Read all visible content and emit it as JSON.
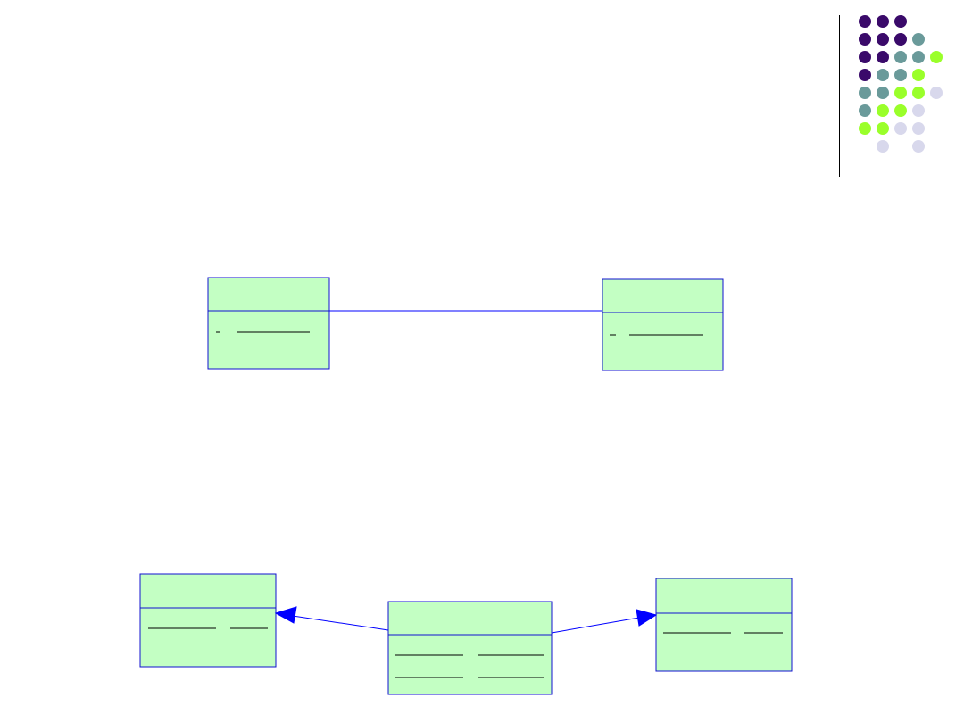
{
  "colors": {
    "class_fill": "#c3ffc3",
    "class_stroke": "#1010d0",
    "connector": "#0000ff",
    "underline": "#000000",
    "dot_purple": "#3a0a6a",
    "dot_teal": "#6a9a9a",
    "dot_green": "#9aff2a",
    "dot_lavender": "#d8d8ec"
  },
  "decoration": {
    "dot_grid": [
      [
        "purple",
        "purple",
        "purple",
        "",
        "",
        ""
      ],
      [
        "purple",
        "purple",
        "purple",
        "teal",
        "",
        ""
      ],
      [
        "purple",
        "purple",
        "teal",
        "teal",
        "green",
        ""
      ],
      [
        "purple",
        "teal",
        "teal",
        "green",
        "",
        ""
      ],
      [
        "teal",
        "teal",
        "green",
        "green",
        "lavender",
        ""
      ],
      [
        "teal",
        "green",
        "green",
        "lavender",
        "",
        ""
      ],
      [
        "green",
        "green",
        "lavender",
        "lavender",
        "",
        ""
      ],
      [
        "",
        "lavender",
        "",
        "lavender",
        "",
        ""
      ]
    ]
  },
  "diagram": {
    "classes": [
      {
        "id": "class-a"
      },
      {
        "id": "class-b"
      },
      {
        "id": "class-c"
      },
      {
        "id": "class-d"
      },
      {
        "id": "class-e"
      }
    ],
    "connectors": [
      {
        "id": "association-a-b",
        "from": "class-a",
        "to": "class-b",
        "arrow": "none"
      },
      {
        "id": "generalization-d-c",
        "from": "class-d",
        "to": "class-c",
        "arrow": "filled"
      },
      {
        "id": "generalization-d-e",
        "from": "class-d",
        "to": "class-e",
        "arrow": "filled"
      }
    ]
  }
}
